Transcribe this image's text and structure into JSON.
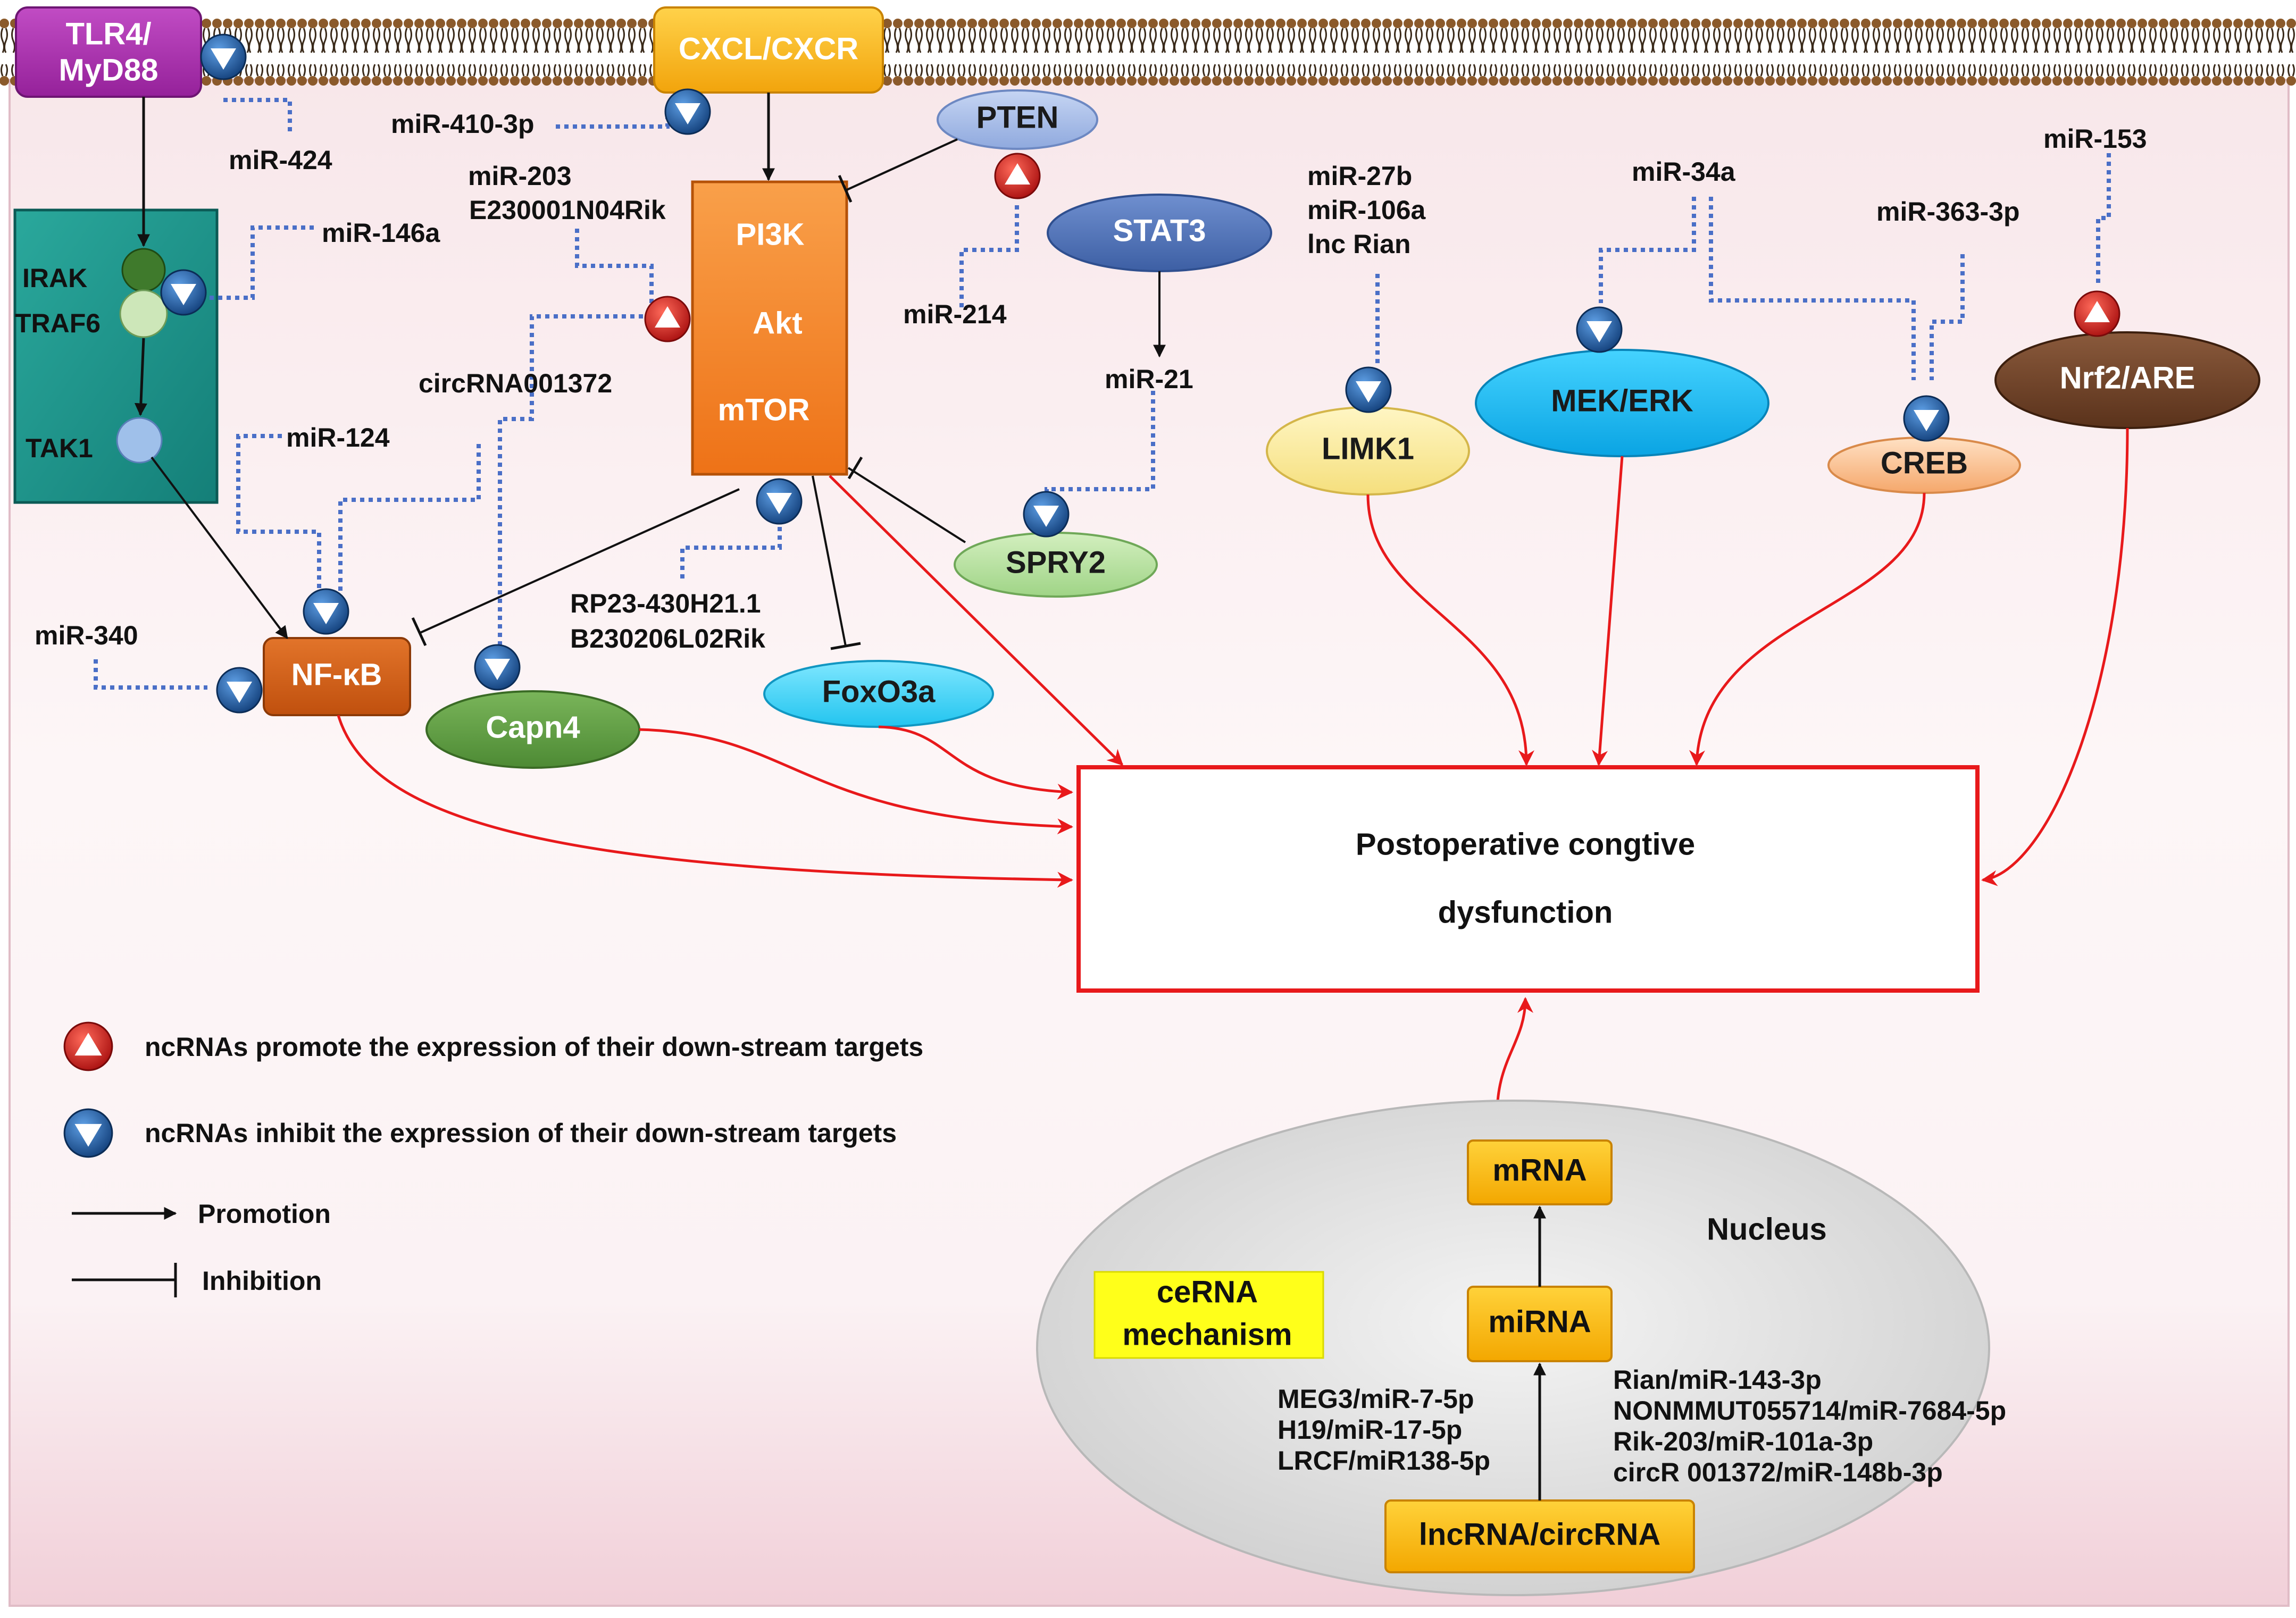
{
  "membrane": {
    "receptor_1": "TLR4/",
    "receptor_1b": "MyD88",
    "receptor_2": "CXCL/CXCR"
  },
  "nodes": {
    "irak": "IRAK",
    "traf6": "TRAF6",
    "tak1": "TAK1",
    "pi3k": "PI3K",
    "akt": "Akt",
    "mtor": "mTOR",
    "pten": "PTEN",
    "stat3": "STAT3",
    "nfkb": "NF-κB",
    "capn4": "Capn4",
    "foxo3a": "FoxO3a",
    "spry2": "SPRY2",
    "limk1": "LIMK1",
    "mekerk": "MEK/ERK",
    "creb": "CREB",
    "nrf2": "Nrf2/ARE",
    "outcome_line1": "Postoperative congtive",
    "outcome_line2": "dysfunction"
  },
  "ncrnas": {
    "mir424": "miR-424",
    "mir410": "miR-410-3p",
    "mir146a": "miR-146a",
    "mir203": "miR-203",
    "e230001": "E230001N04Rik",
    "circ001372": "circRNA001372",
    "mir124": "miR-124",
    "mir340": "miR-340",
    "mir214": "miR-214",
    "mir21": "miR-21",
    "rp23": "RP23-430H21.1",
    "b230206": "B230206L02Rik",
    "mir27b": "miR-27b",
    "mir106a": "miR-106a",
    "lncrian": "lnc Rian",
    "mir34a": "miR-34a",
    "mir363": "miR-363-3p",
    "mir153": "miR-153"
  },
  "legend": {
    "promote": "ncRNAs promote the expression of their down-stream targets",
    "inhibit": "ncRNAs inhibit the expression of their down-stream targets",
    "promotion": "Promotion",
    "inhibition": "Inhibition"
  },
  "nucleus": {
    "title": "Nucleus",
    "cerna_line1": "ceRNA",
    "cerna_line2": "mechanism",
    "mrna": "mRNA",
    "mirna": "miRNA",
    "lncrna": "lncRNA/circRNA",
    "left_pairs": [
      "MEG3/miR-7-5p",
      "H19/miR-17-5p",
      "LRCF/miR138-5p"
    ],
    "right_pairs": [
      "Rian/miR-143-3p",
      "NONMMUT055714/miR-7684-5p",
      "Rik-203/miR-101a-3p",
      "circR 001372/miR-148b-3p"
    ]
  },
  "colors": {
    "activation_arrow": "#e8191b",
    "inhibition_line": "#111111",
    "ncrna_link": "#4a6fc7",
    "promote_marker": "#d9231f",
    "inhibit_marker": "#1f5fa6",
    "nucleus_fill": "#e6e6e6"
  }
}
